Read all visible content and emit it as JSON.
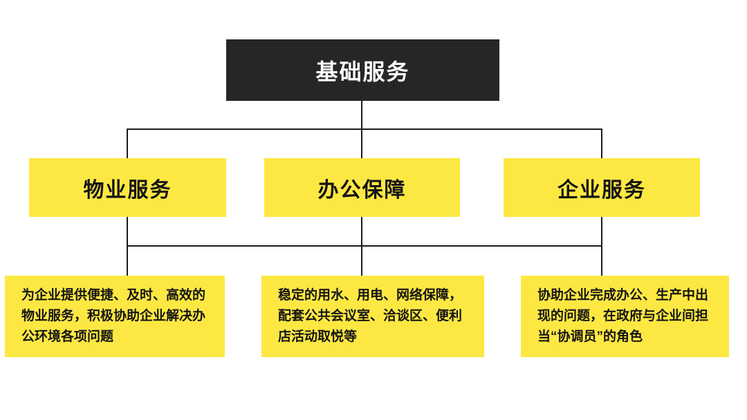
{
  "diagram": {
    "root": {
      "label": "基础服务"
    },
    "branches": [
      {
        "title": "物业服务",
        "description": "为企业提供便捷、及时、高效的物业服务，积极协助企业解决办公环境各项问题"
      },
      {
        "title": "办公保障",
        "description": "稳定的用水、用电、网络保障，配套公共会议室、洽谈区、便利店活动取悦等"
      },
      {
        "title": "企业服务",
        "description": "协助企业完成办公、生产中出现的问题，在政府与企业间担当“协调员”的角色"
      }
    ],
    "colors": {
      "root_bg": "#262626",
      "root_text": "#ffffff",
      "branch_bg": "#FDE843",
      "branch_text": "#141414",
      "connector": "#1a1a1a",
      "background": "#ffffff"
    }
  }
}
